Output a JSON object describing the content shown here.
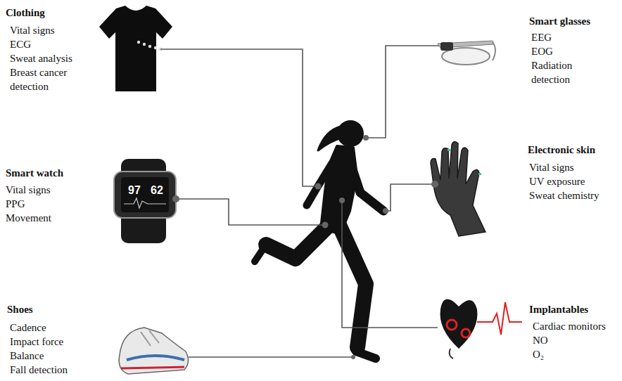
{
  "diagram": {
    "labels": [
      "Clothing",
      "Vital signs",
      "ECG",
      "Sweat analysis",
      "Breast cancer detection",
      "Smart glasses",
      "EEG",
      "EOG",
      "Radiation detection",
      "Electronic skin",
      "Vital signs",
      "UV exposure",
      "Sweat chemistry",
      "Smart watch",
      "97",
      "62",
      "Vital signs",
      "PPG",
      "Movement",
      "Shoes",
      "Cadence",
      "Impact force",
      "Balance",
      "Fall detection",
      "Implantables",
      "Cardiac monitors",
      "NO",
      "O₂"
    ]
  }
}
